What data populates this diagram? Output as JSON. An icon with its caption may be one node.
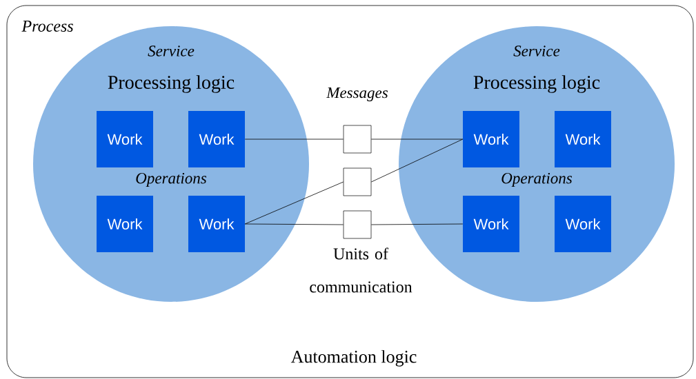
{
  "diagram": {
    "nodes": [
      {
        "text": [
          "Process",
          "Automation logic"
        ]
      },
      {
        "text": [
          "Service",
          "Processing logic",
          "Operations"
        ],
        "in": 0
      },
      {
        "text": [
          "Work"
        ],
        "in": 1
      },
      {
        "text": [
          "Work"
        ],
        "in": 1
      },
      {
        "text": [
          "Work"
        ],
        "in": 1
      },
      {
        "text": [
          "Work"
        ],
        "in": 1
      },
      {
        "text": [
          "Service",
          "Processing logic",
          "Operations"
        ],
        "in": 0
      },
      {
        "text": [
          "Work"
        ],
        "in": 6
      },
      {
        "text": [
          "Work"
        ],
        "in": 6
      },
      {
        "text": [
          "Work"
        ],
        "in": 6
      },
      {
        "text": [
          "Work"
        ],
        "in": 6
      },
      {
        "text": [],
        "shape": "box",
        "in": 0
      },
      {
        "text": [],
        "shape": "box",
        "in": 0
      },
      {
        "text": [],
        "shape": "box",
        "in": 0
      }
    ],
    "edges": [
      {
        "from": 3,
        "to": 11,
        "arrow": "none"
      },
      {
        "from": 11,
        "to": 7,
        "arrow": "none"
      },
      {
        "from": 5,
        "to": 12,
        "arrow": "none"
      },
      {
        "from": 12,
        "to": 7,
        "arrow": "none"
      },
      {
        "from": 5,
        "to": 13,
        "arrow": "none"
      },
      {
        "from": 13,
        "to": 9,
        "arrow": "none"
      }
    ],
    "labels": [
      "Messages",
      "Units of communication"
    ]
  }
}
